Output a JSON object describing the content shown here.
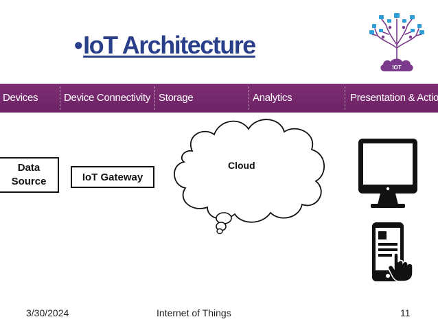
{
  "title": {
    "bullet": "•",
    "text": "IoT Architecture"
  },
  "logo": {
    "label": "IOT",
    "accent": "#7b3a8c"
  },
  "band": {
    "color": "#74276c",
    "items": [
      "Devices",
      "Device Connectivity",
      "Storage",
      "Analytics",
      "Presentation & Action"
    ]
  },
  "diagram": {
    "data_source": "Data Source",
    "data_source_line1": "Data",
    "data_source_line2": "Source",
    "gateway": "IoT Gateway",
    "cloud": "Cloud"
  },
  "icons": {
    "monitor": "monitor-icon",
    "phone": "smartphone-touch-icon"
  },
  "footer": {
    "date": "3/30/2024",
    "center": "Internet of Things",
    "page": "11"
  }
}
